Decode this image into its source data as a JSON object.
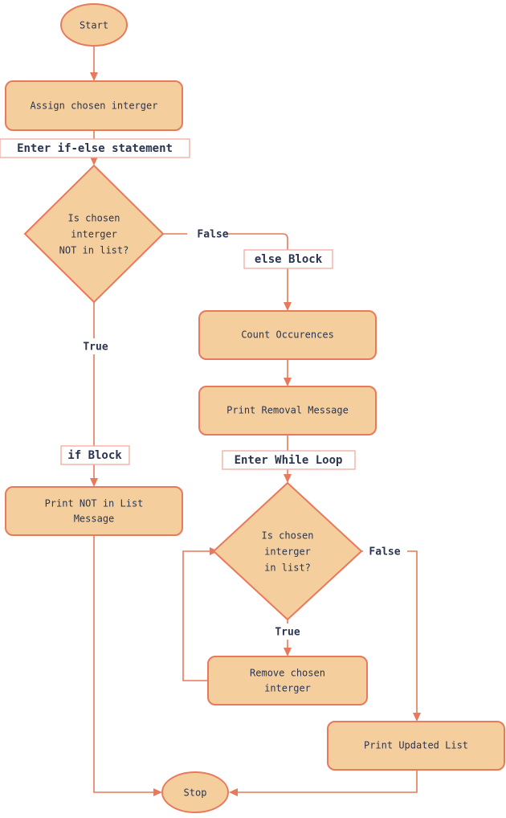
{
  "diagram": {
    "title": "Remove integer from list flowchart",
    "colors": {
      "node_fill": "#f5ce9e",
      "node_stroke": "#e8795a",
      "edge_stroke": "#e8795a",
      "text": "#2b3550",
      "label_box_fill": "#ffffff",
      "label_box_stroke": "#f2aaa0",
      "background": "#ffffff"
    },
    "nodes": {
      "start": {
        "label": "Start",
        "shape": "ellipse"
      },
      "assign": {
        "label": "Assign chosen interger",
        "shape": "rounded-rect"
      },
      "decision1_line1": {
        "label": "Is chosen"
      },
      "decision1_line2": {
        "label": "interger"
      },
      "decision1_line3": {
        "label": "NOT in list?"
      },
      "count": {
        "label": "Count Occurences",
        "shape": "rounded-rect"
      },
      "print_removal": {
        "label": "Print Removal Message",
        "shape": "rounded-rect"
      },
      "print_not_in_list_line1": {
        "label": "Print NOT in List"
      },
      "print_not_in_list_line2": {
        "label": "Message"
      },
      "decision2_line1": {
        "label": "Is chosen"
      },
      "decision2_line2": {
        "label": "interger"
      },
      "decision2_line3": {
        "label": "in list?"
      },
      "remove_line1": {
        "label": "Remove chosen"
      },
      "remove_line2": {
        "label": "interger"
      },
      "print_updated": {
        "label": "Print Updated List",
        "shape": "rounded-rect"
      },
      "stop": {
        "label": "Stop",
        "shape": "ellipse"
      }
    },
    "edge_labels": {
      "enter_if_else": "Enter if-else statement",
      "else_block": "else Block",
      "if_block": "if Block",
      "enter_while_loop": "Enter While Loop"
    },
    "branch_labels": {
      "decision1_false": "False",
      "decision1_true": "True",
      "decision2_false": "False",
      "decision2_true": "True"
    }
  }
}
